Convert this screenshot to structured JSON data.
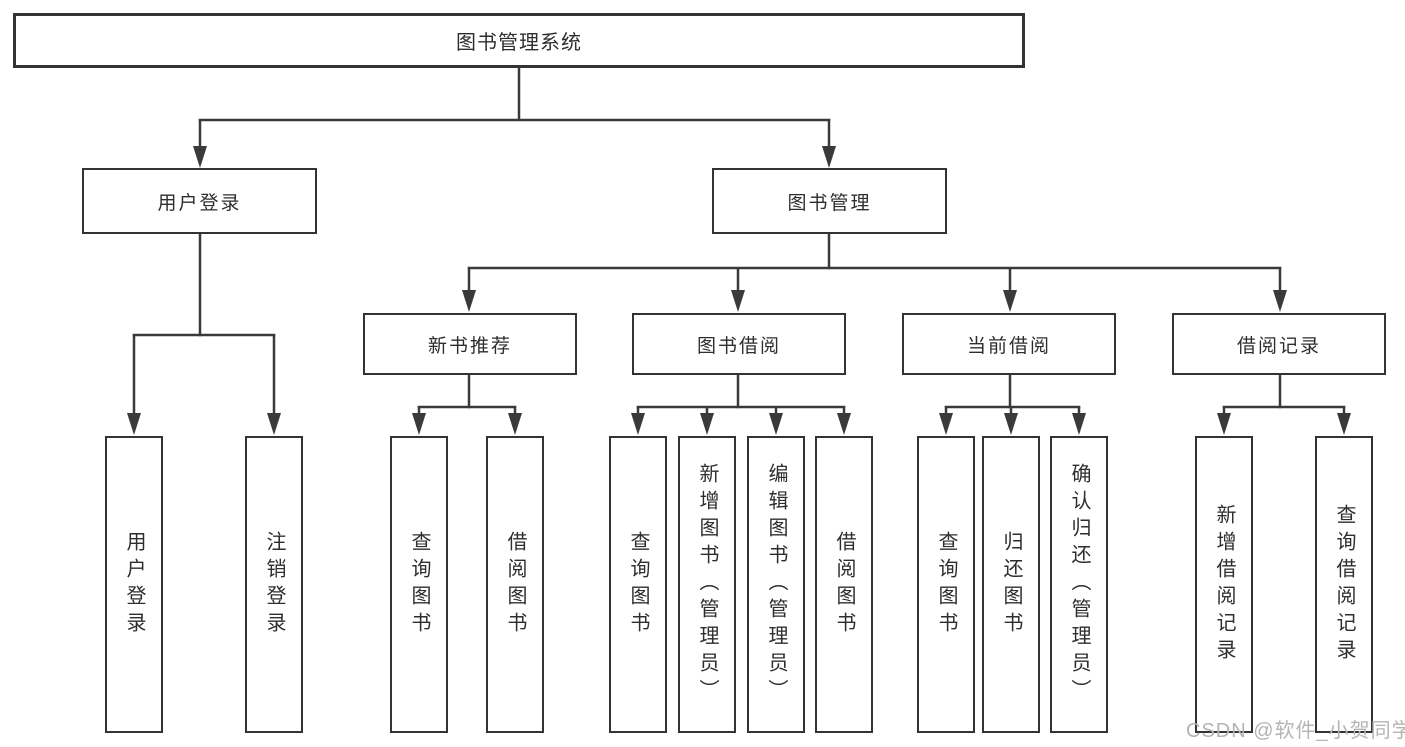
{
  "diagram": {
    "root": "图书管理系统",
    "level2": [
      "用户登录",
      "图书管理"
    ],
    "level3": [
      "新书推荐",
      "图书借阅",
      "当前借阅",
      "借阅记录"
    ],
    "leaves": [
      "用户登录",
      "注销登录",
      "查询图书",
      "借阅图书",
      "查询图书",
      "新增图书（管理员）",
      "编辑图书（管理员）",
      "借阅图书",
      "查询图书",
      "归还图书",
      "确认归还（管理员）",
      "新增借阅记录",
      "查询借阅记录"
    ]
  },
  "watermark": "CSDN @软件_小贺同学",
  "colors": {
    "line": "#3a3a3a",
    "box_border": "#333333",
    "text": "#2e2e2e",
    "watermark": "#b4b4b4",
    "background": "#ffffff"
  }
}
